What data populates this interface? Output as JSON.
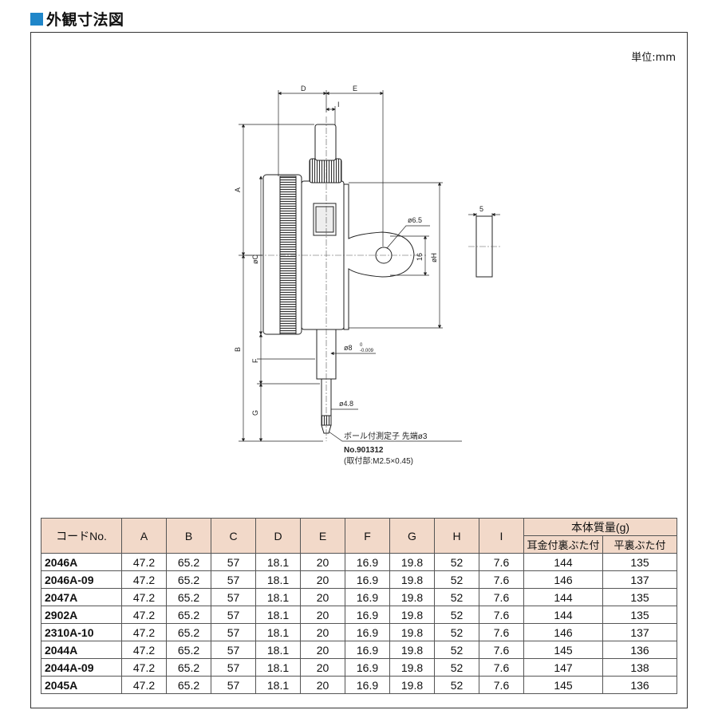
{
  "title": "外観寸法図",
  "unit_label": "単位:mm",
  "drawing": {
    "labels": {
      "D": "D",
      "E": "E",
      "I": "I",
      "A": "A",
      "B": "B",
      "C": "øC",
      "F": "F",
      "G": "G",
      "H": "øH",
      "hole": "ø6.5",
      "dim16": "16",
      "dim5": "5",
      "stem": "ø8",
      "stem_tol_upper": "0",
      "stem_tol_lower": "-0.009",
      "tip": "ø4.8"
    },
    "contact_point": {
      "line1": "ボール付測定子 先端ø3",
      "line2": "No.901312",
      "line3": "(取付部:M2.5×0.45)"
    }
  },
  "table": {
    "headers": [
      "コードNo.",
      "A",
      "B",
      "C",
      "D",
      "E",
      "F",
      "G",
      "H",
      "I"
    ],
    "mass_header": "本体質量(g)",
    "mass_sub": [
      "耳金付裏ぶた付",
      "平裏ぶた付"
    ],
    "rows": [
      {
        "code": "2046A",
        "A": "47.2",
        "B": "65.2",
        "C": "57",
        "D": "18.1",
        "E": "20",
        "F": "16.9",
        "G": "19.8",
        "H": "52",
        "I": "7.6",
        "m1": "144",
        "m2": "135"
      },
      {
        "code": "2046A-09",
        "A": "47.2",
        "B": "65.2",
        "C": "57",
        "D": "18.1",
        "E": "20",
        "F": "16.9",
        "G": "19.8",
        "H": "52",
        "I": "7.6",
        "m1": "146",
        "m2": "137"
      },
      {
        "code": "2047A",
        "A": "47.2",
        "B": "65.2",
        "C": "57",
        "D": "18.1",
        "E": "20",
        "F": "16.9",
        "G": "19.8",
        "H": "52",
        "I": "7.6",
        "m1": "144",
        "m2": "135"
      },
      {
        "code": "2902A",
        "A": "47.2",
        "B": "65.2",
        "C": "57",
        "D": "18.1",
        "E": "20",
        "F": "16.9",
        "G": "19.8",
        "H": "52",
        "I": "7.6",
        "m1": "144",
        "m2": "135"
      },
      {
        "code": "2310A-10",
        "A": "47.2",
        "B": "65.2",
        "C": "57",
        "D": "18.1",
        "E": "20",
        "F": "16.9",
        "G": "19.8",
        "H": "52",
        "I": "7.6",
        "m1": "146",
        "m2": "137"
      },
      {
        "code": "2044A",
        "A": "47.2",
        "B": "65.2",
        "C": "57",
        "D": "18.1",
        "E": "20",
        "F": "16.9",
        "G": "19.8",
        "H": "52",
        "I": "7.6",
        "m1": "145",
        "m2": "136"
      },
      {
        "code": "2044A-09",
        "A": "47.2",
        "B": "65.2",
        "C": "57",
        "D": "18.1",
        "E": "20",
        "F": "16.9",
        "G": "19.8",
        "H": "52",
        "I": "7.6",
        "m1": "147",
        "m2": "138"
      },
      {
        "code": "2045A",
        "A": "47.2",
        "B": "65.2",
        "C": "57",
        "D": "18.1",
        "E": "20",
        "F": "16.9",
        "G": "19.8",
        "H": "52",
        "I": "7.6",
        "m1": "145",
        "m2": "136"
      }
    ]
  },
  "colors": {
    "title_square": "#1f86c9",
    "table_header_bg": "#f2d9c9"
  }
}
